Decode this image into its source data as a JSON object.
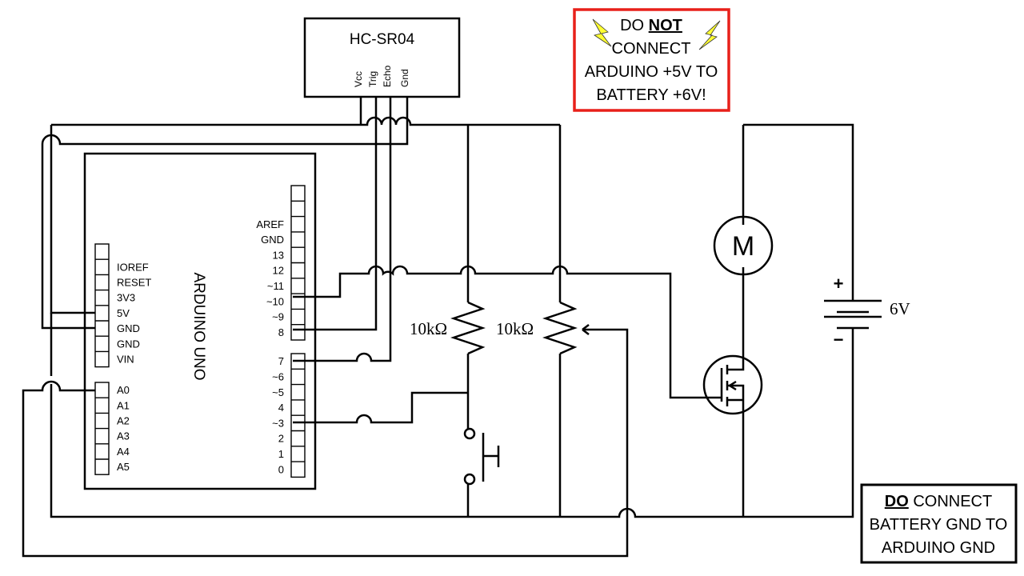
{
  "sensor": {
    "name": "HC-SR04",
    "pins": [
      "Vcc",
      "Trig",
      "Echo",
      "Gnd"
    ]
  },
  "board": {
    "name": "ARDUINO UNO",
    "left_header_a": [
      "IOREF",
      "RESET",
      "3V3",
      "5V",
      "GND",
      "GND",
      "VIN"
    ],
    "left_header_b": [
      "A0",
      "A1",
      "A2",
      "A3",
      "A4",
      "A5"
    ],
    "right_header_a": [
      "AREF",
      "GND",
      "13",
      "12",
      "~11",
      "~10",
      "~9",
      "8"
    ],
    "right_header_b": [
      "7",
      "~6",
      "~5",
      "4",
      "~3",
      "2",
      "1",
      "0"
    ]
  },
  "components": {
    "resistor1_label": "10kΩ",
    "resistor2_label": "10kΩ",
    "motor_label": "M",
    "battery_label": "6V",
    "battery_plus": "+",
    "battery_minus": "−"
  },
  "warning": {
    "line1_pre": "DO ",
    "line1_em": "NOT",
    "line2": "CONNECT",
    "line3": "ARDUINO +5V TO",
    "line4": "BATTERY +6V!",
    "border_color": "#e8201a",
    "bolt_color": "#ffff33"
  },
  "info": {
    "line1_em": "DO",
    "line1_post": " CONNECT",
    "line2": "BATTERY GND TO",
    "line3": "ARDUINO GND"
  }
}
